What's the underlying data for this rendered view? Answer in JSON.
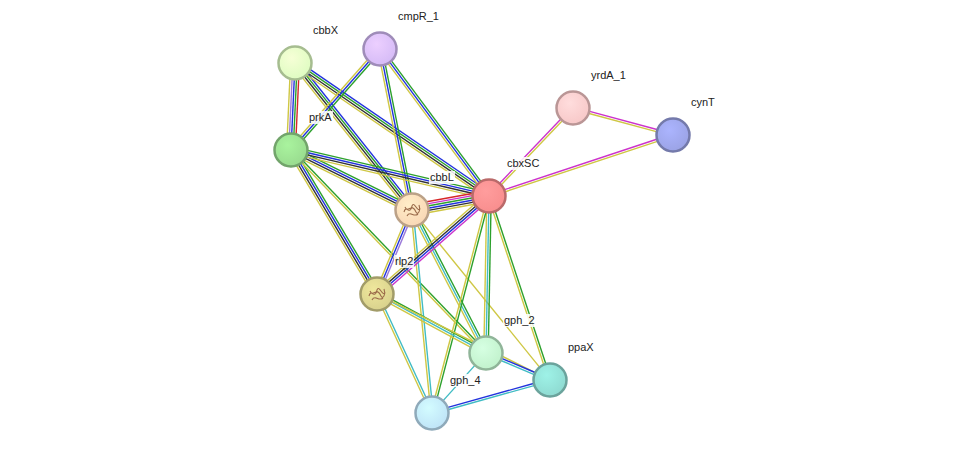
{
  "diagram": {
    "nodes": [
      {
        "text": [
          "cmpR_1"
        ]
      },
      {
        "text": [
          "cbbX"
        ]
      },
      {
        "text": [
          "yrdA_1"
        ]
      },
      {
        "text": [
          "cynT"
        ]
      },
      {
        "text": [
          "prkA"
        ]
      },
      {
        "text": [
          "cbxSC"
        ]
      },
      {
        "text": [
          "cbbL"
        ]
      },
      {
        "text": [
          "rlp2"
        ]
      },
      {
        "text": [
          "gph_2"
        ]
      },
      {
        "text": [
          "ppaX"
        ]
      },
      {
        "text": [
          "gph_4"
        ]
      }
    ],
    "edges": [
      {
        "from": 1,
        "to": 4,
        "arrow": "none"
      },
      {
        "from": 1,
        "to": 6,
        "arrow": "none"
      },
      {
        "from": 1,
        "to": 5,
        "arrow": "none"
      },
      {
        "from": 0,
        "to": 4,
        "arrow": "none"
      },
      {
        "from": 0,
        "to": 6,
        "arrow": "none"
      },
      {
        "from": 0,
        "to": 5,
        "arrow": "none"
      },
      {
        "from": 4,
        "to": 6,
        "arrow": "none"
      },
      {
        "from": 4,
        "to": 5,
        "arrow": "none"
      },
      {
        "from": 4,
        "to": 7,
        "arrow": "none"
      },
      {
        "from": 4,
        "to": 8,
        "arrow": "none"
      },
      {
        "from": 6,
        "to": 5,
        "arrow": "none"
      },
      {
        "from": 6,
        "to": 7,
        "arrow": "none"
      },
      {
        "from": 6,
        "to": 8,
        "arrow": "none"
      },
      {
        "from": 6,
        "to": 9,
        "arrow": "none"
      },
      {
        "from": 6,
        "to": 10,
        "arrow": "none"
      },
      {
        "from": 5,
        "to": 2,
        "arrow": "none"
      },
      {
        "from": 5,
        "to": 3,
        "arrow": "none"
      },
      {
        "from": 2,
        "to": 3,
        "arrow": "none"
      },
      {
        "from": 5,
        "to": 7,
        "arrow": "none"
      },
      {
        "from": 5,
        "to": 8,
        "arrow": "none"
      },
      {
        "from": 5,
        "to": 9,
        "arrow": "none"
      },
      {
        "from": 5,
        "to": 10,
        "arrow": "none"
      },
      {
        "from": 7,
        "to": 8,
        "arrow": "none"
      },
      {
        "from": 7,
        "to": 9,
        "arrow": "none"
      },
      {
        "from": 7,
        "to": 10,
        "arrow": "none"
      },
      {
        "from": 8,
        "to": 9,
        "arrow": "none"
      },
      {
        "from": 8,
        "to": 10,
        "arrow": "none"
      },
      {
        "from": 10,
        "to": 9,
        "arrow": "none"
      }
    ]
  }
}
